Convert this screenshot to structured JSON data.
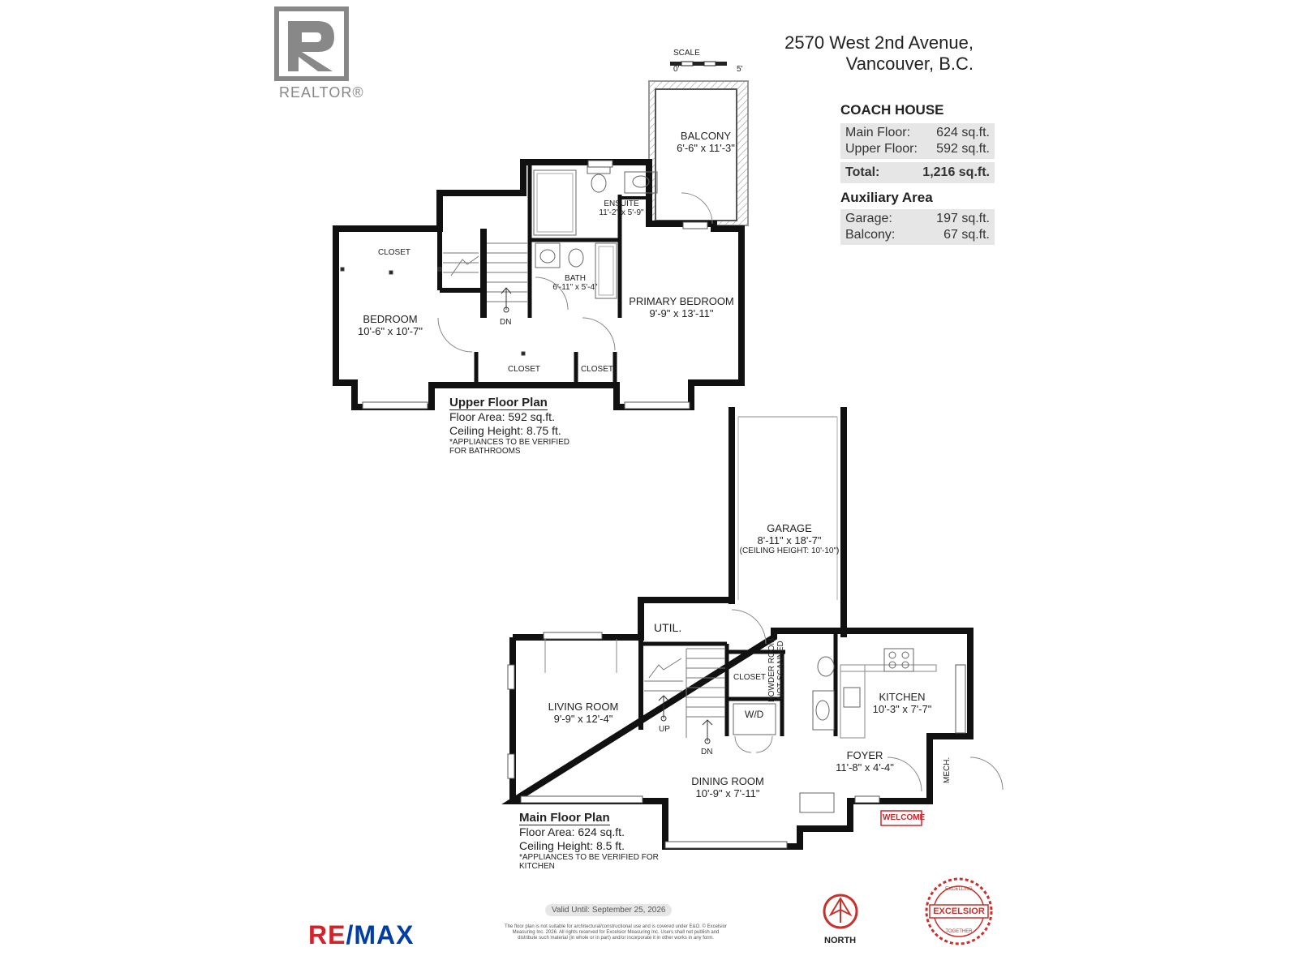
{
  "address": {
    "line1": "2570 West 2nd Avenue,",
    "line2": "Vancouver, B.C."
  },
  "realtor_logo_text": "REALTOR®",
  "scale": {
    "label": "SCALE",
    "start": "0'",
    "end": "5'"
  },
  "summary": {
    "title": "COACH HOUSE",
    "main_floor_label": "Main Floor:",
    "main_floor_value": "624 sq.ft.",
    "upper_floor_label": "Upper Floor:",
    "upper_floor_value": "592 sq.ft.",
    "total_label": "Total:",
    "total_value": "1,216 sq.ft.",
    "aux_title": "Auxiliary Area",
    "garage_label": "Garage:",
    "garage_value": "197 sq.ft.",
    "balcony_label": "Balcony:",
    "balcony_value": "67 sq.ft."
  },
  "upper_rooms": {
    "balcony": {
      "name": "BALCONY",
      "dims": "6'-6\" x 11'-3\""
    },
    "ensuite": {
      "name": "ENSUITE",
      "dims": "11'-2\" x 5'-9\""
    },
    "closet1": "CLOSET",
    "bath": {
      "name": "BATH",
      "dims": "6'-11\" x 5'-4\""
    },
    "primary": {
      "name": "PRIMARY BEDROOM",
      "dims": "9'-9\" x 13'-11\""
    },
    "bedroom": {
      "name": "BEDROOM",
      "dims": "10'-6\" x 10'-7\""
    },
    "dn": "DN",
    "closet2": "CLOSET",
    "closet3": "CLOSET"
  },
  "upper_plan_note": {
    "title": "Upper Floor Plan",
    "area": "Floor Area: 592 sq.ft.",
    "ceiling": "Ceiling Height: 8.75 ft.",
    "appl1": "*APPLIANCES TO BE VERIFIED",
    "appl2": "FOR BATHROOMS"
  },
  "main_rooms": {
    "garage": {
      "name": "GARAGE",
      "dims": "8'-11\" x 18'-7\"",
      "ceiling": "(CEILING HEIGHT: 10'-10\")"
    },
    "util": "UTIL.",
    "living": {
      "name": "LIVING ROOM",
      "dims": "9'-9\" x 12'-4\""
    },
    "closet": "CLOSET",
    "wd": "W/D",
    "powder1": "POWDER ROOM",
    "powder2": "NOT SCANNED",
    "kitchen": {
      "name": "KITCHEN",
      "dims": "10'-3\" x 7'-7\""
    },
    "up": "UP",
    "dn": "DN",
    "foyer": {
      "name": "FOYER",
      "dims": "11'-8\" x 4'-4\""
    },
    "mech": "MECH.",
    "dining": {
      "name": "DINING ROOM",
      "dims": "10'-9\" x 7'-11\""
    },
    "welcome": "WELCOME"
  },
  "main_plan_note": {
    "title": "Main Floor Plan",
    "area": "Floor Area: 624 sq.ft.",
    "ceiling": "Ceiling Height: 8.5 ft.",
    "appl1": "*APPLIANCES TO BE VERIFIED FOR",
    "appl2": "KITCHEN"
  },
  "footer": {
    "valid": "Valid Until: September 25, 2026",
    "disclaimer1": "The floor plan is not suitable for architectural/constructional use and is covered under E&O. © Excelsior",
    "disclaimer2": "Measuring Inc. 2026. All rights reserved for Excelsior Measuring Inc. Users shall not publish and",
    "disclaimer3": "distribute such material (in whole or in part) and/or incorporate it in other works in any form.",
    "north": "NORTH",
    "excelsior": "EXCELSIOR",
    "excelsior_arc_top": "EXCELLING",
    "excelsior_arc_bottom": "TOGETHER",
    "remax_re": "RE",
    "remax_max": "MAX",
    "remax_slash": "/"
  },
  "colors": {
    "wall": "#111111",
    "remax_red": "#d2232a",
    "remax_blue": "#003da5",
    "excelsior_red": "#c8312c",
    "box_bg": "#e6e6e6",
    "logo_gray": "#888888"
  }
}
